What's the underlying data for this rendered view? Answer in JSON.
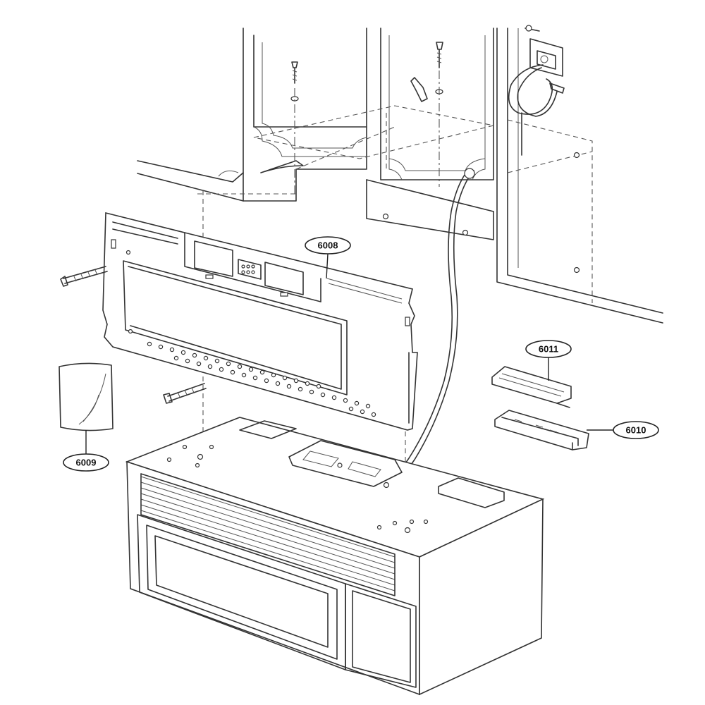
{
  "diagram": {
    "callouts": [
      {
        "id": "6008",
        "label": "6008"
      },
      {
        "id": "6009",
        "label": "6009"
      },
      {
        "id": "6010",
        "label": "6010"
      },
      {
        "id": "6011",
        "label": "6011"
      }
    ]
  }
}
